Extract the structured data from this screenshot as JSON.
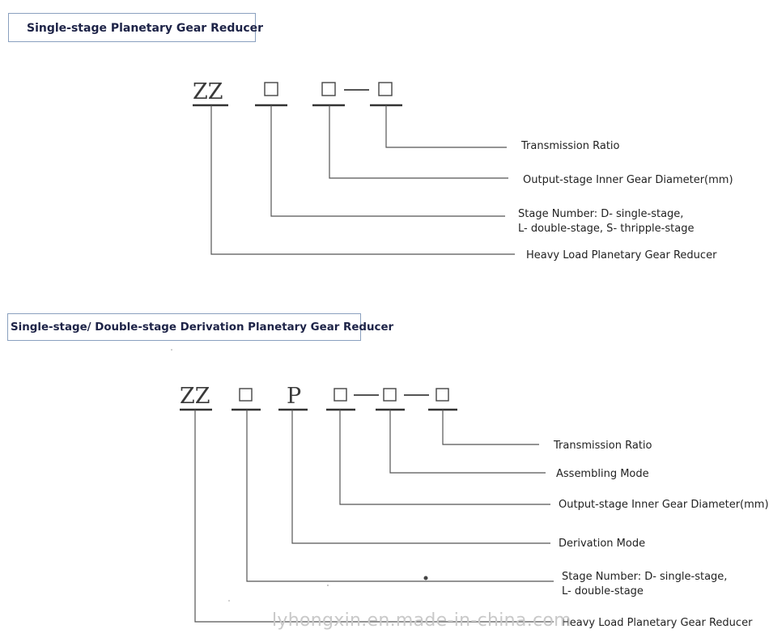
{
  "diagram1": {
    "title": "Single-stage Planetary Gear Reducer",
    "prefix": "ZZ",
    "labels": {
      "ratio": "Transmission Ratio",
      "diameter": "Output-stage Inner Gear Diameter(mm)",
      "stage_line1": "Stage Number: D- single-stage,",
      "stage_line2": "L- double-stage, S- thripple-stage",
      "type": "Heavy Load Planetary Gear Reducer"
    }
  },
  "diagram2": {
    "title": "Single-stage/ Double-stage Derivation Planetary Gear Reducer",
    "prefix": "ZZ",
    "derivation_code": "P",
    "labels": {
      "ratio": "Transmission Ratio",
      "assembling": "Assembling Mode",
      "diameter": "Output-stage Inner Gear Diameter(mm)",
      "derivation": "Derivation Mode",
      "stage_line1": "Stage Number: D- single-stage,",
      "stage_line2": "L- double-stage",
      "type": "Heavy Load Planetary Gear Reducer"
    }
  },
  "watermark": "lyhongxin.en.made-in-china.com"
}
